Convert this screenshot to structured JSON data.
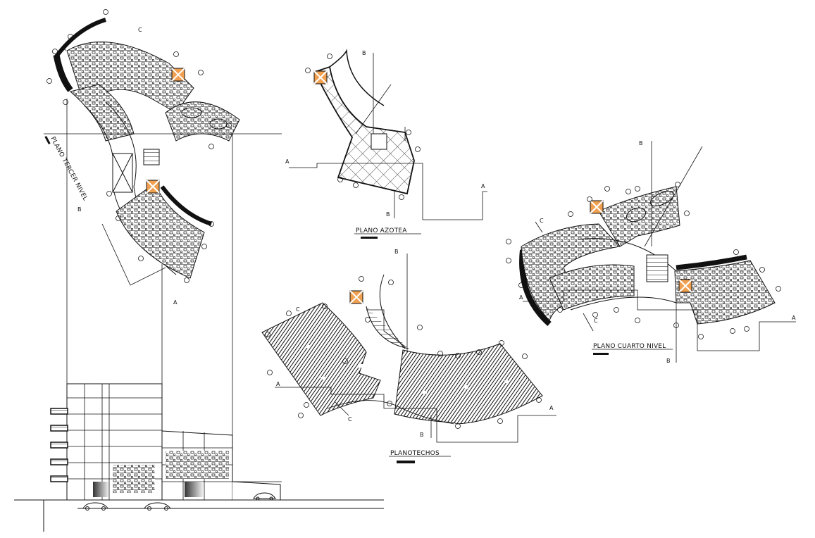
{
  "drawing": {
    "background": "#ffffff",
    "line_color": "#111111",
    "accent_color": "#f0a050"
  },
  "titles": {
    "plano_tercer_nivel": "PLANO TERCER NIVEL",
    "plano_azotea": "PLANO AZOTEA",
    "plano_techos": "PLANOTECHOS",
    "plano_cuarto_nivel": "PLANO CUARTO NIVEL"
  },
  "section_marks": {
    "a": "A",
    "b": "B",
    "c": "C"
  },
  "icons": {
    "stair_marker": "stair-hatch-icon",
    "axis_bubble": "grid-axis-bubble-icon",
    "car": "car-icon"
  }
}
